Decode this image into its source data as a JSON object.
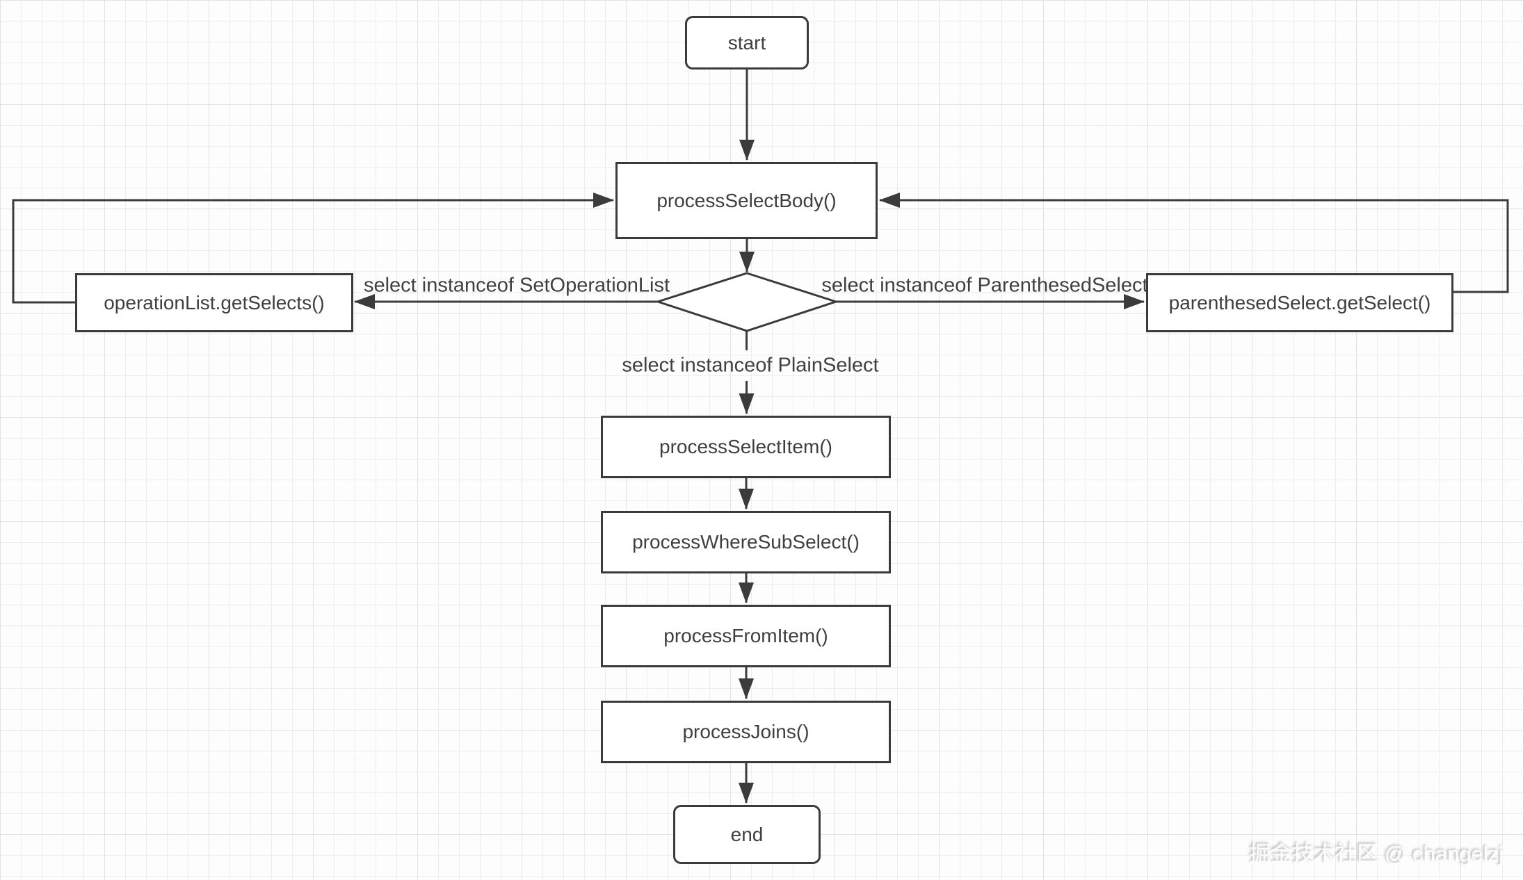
{
  "diagram": {
    "nodes": {
      "start": {
        "label": "start"
      },
      "process_select_body": {
        "label": "processSelectBody()"
      },
      "operation_list_get_selects": {
        "label": "operationList.getSelects()"
      },
      "parenthesed_select_get_select": {
        "label": "parenthesedSelect.getSelect()"
      },
      "process_select_item": {
        "label": "processSelectItem()"
      },
      "process_where_sub_select": {
        "label": "processWhereSubSelect()"
      },
      "process_from_item": {
        "label": "processFromItem()"
      },
      "process_joins": {
        "label": "processJoins()"
      },
      "end": {
        "label": "end"
      }
    },
    "edge_labels": {
      "set_operation_list": "select instanceof SetOperationList",
      "parenthesed_select": "select instanceof ParenthesedSelect",
      "plain_select": "select instanceof PlainSelect"
    },
    "colors": {
      "stroke": "#3b3b3b",
      "text": "#3f3f3f",
      "node_fill": "#ffffff",
      "canvas_bg": "#fdfdfd",
      "grid_line": "#ededed",
      "grid_major": "#e3e3e3"
    }
  },
  "watermark": {
    "text": "掘金技术社区 @ changelzj"
  }
}
